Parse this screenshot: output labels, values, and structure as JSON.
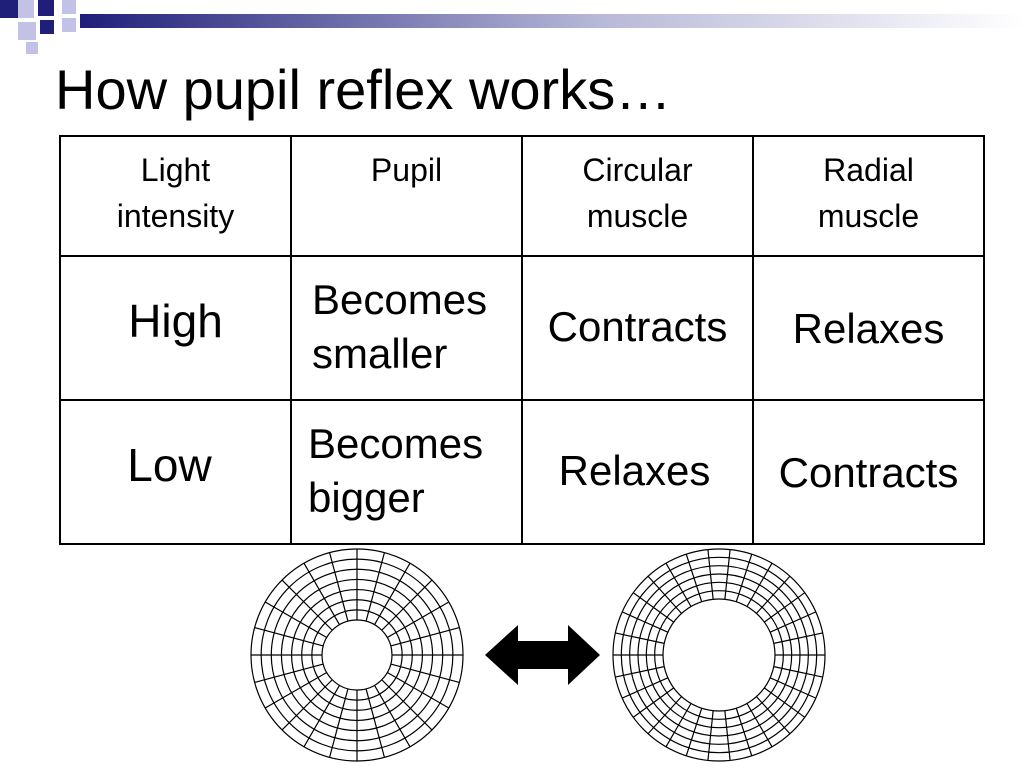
{
  "slide": {
    "title": "How pupil reflex works…",
    "table": {
      "headers": [
        [
          "Light",
          "intensity"
        ],
        [
          "Pupil"
        ],
        [
          "Circular",
          "muscle"
        ],
        [
          "Radial",
          "muscle"
        ]
      ],
      "rows": [
        {
          "light": "High",
          "pupil": [
            "Becomes",
            "smaller"
          ],
          "circular": "Contracts",
          "radial": "Relaxes"
        },
        {
          "light": "Low",
          "pupil": [
            "Becomes",
            "bigger"
          ],
          "circular": "Relaxes",
          "radial": "Contracts"
        }
      ]
    },
    "colors": {
      "accent_navy": "#1f1f7a",
      "accent_lavender": "#b4b4dc",
      "line": "#000000"
    },
    "icons": [
      "double-arrow-icon"
    ]
  }
}
